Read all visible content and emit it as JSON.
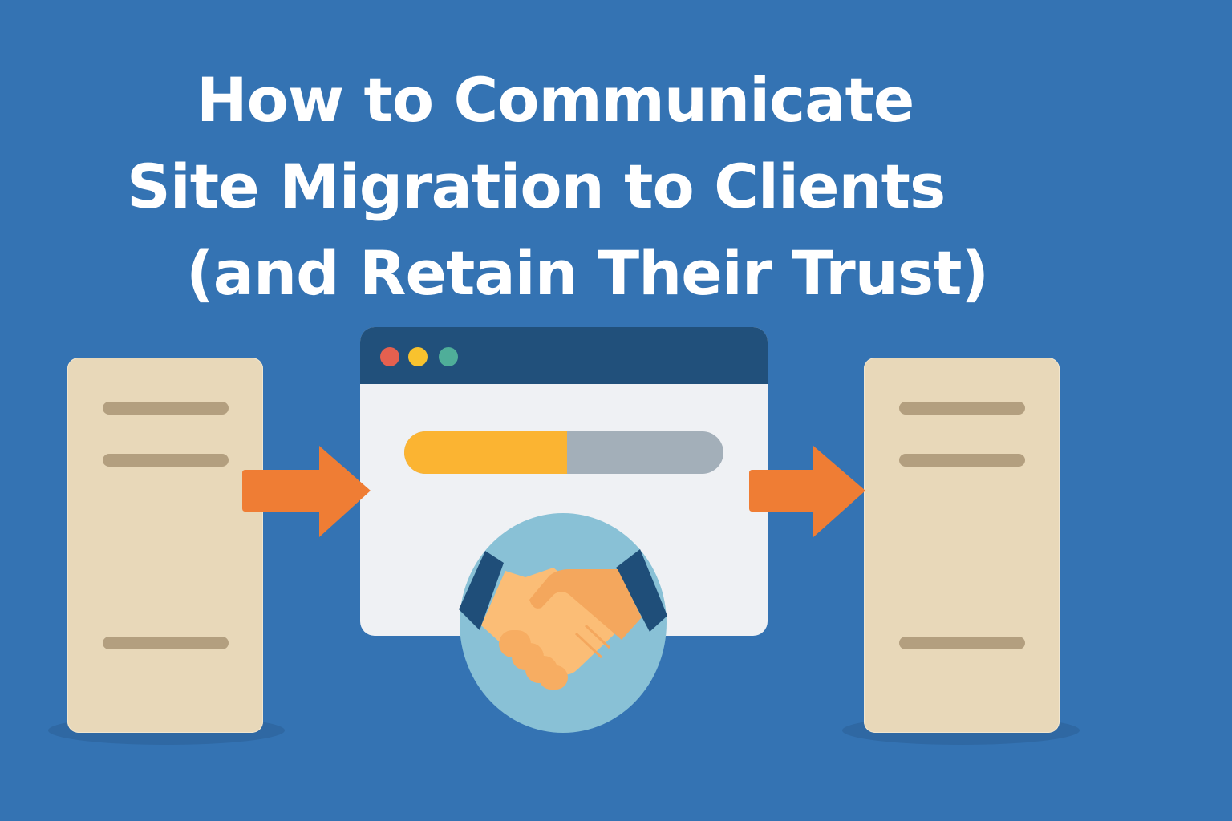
{
  "title": {
    "line1": "How to Communicate",
    "line2": "Site Migration to Clients",
    "line3": "(and Retain Their Trust)"
  },
  "colors": {
    "background": "#3473b3",
    "server": "#e8d8b9",
    "server_bar": "#b39f7f",
    "arrow": "#ef7d34",
    "browser_titlebar": "#21507b",
    "browser_body": "#eff1f4",
    "progress_fill": "#fbb432",
    "progress_track": "#a3afb9",
    "dot_red": "#e5604f",
    "dot_yellow": "#f8c22e",
    "dot_teal": "#4fae99",
    "handshake_circle": "#89c1d6",
    "sleeve": "#1f4e79",
    "skin_light": "#fbbd76",
    "skin_dark": "#f4a75d"
  },
  "diagram": {
    "source_server": {
      "icon": "server-icon",
      "lines": 3
    },
    "browser_window": {
      "icon": "browser-window-icon",
      "progress_percent": 51
    },
    "target_server": {
      "icon": "server-icon",
      "lines": 3
    },
    "arrows": [
      "arrow-right-icon",
      "arrow-right-icon"
    ],
    "trust_icon": "handshake-icon"
  }
}
